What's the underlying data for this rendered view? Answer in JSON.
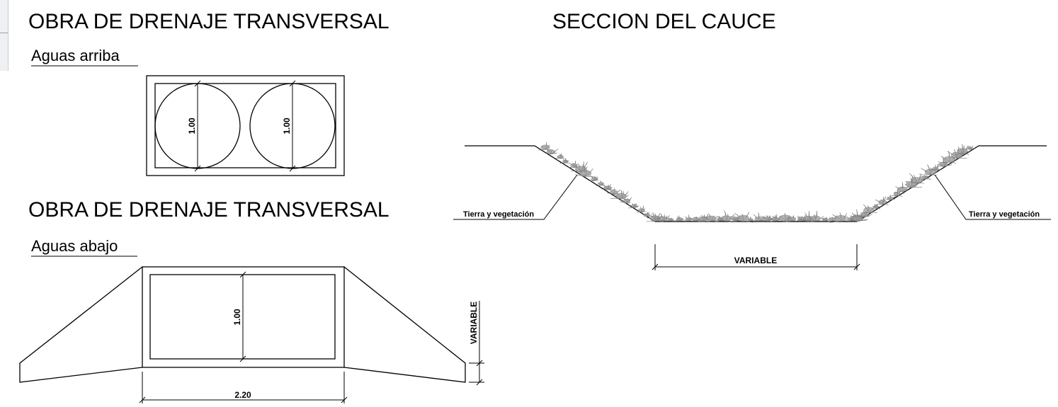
{
  "titles": {
    "upstream_title": "OBRA DE DRENAJE TRANSVERSAL",
    "upstream_subtitle": "Aguas arriba",
    "downstream_title": "OBRA DE DRENAJE TRANSVERSAL",
    "downstream_subtitle": "Aguas abajo",
    "section_title": "SECCION DEL CAUCE"
  },
  "upstream": {
    "pipe_left_dim": "1.00",
    "pipe_right_dim": "1.00"
  },
  "downstream": {
    "opening_height_dim": "1.00",
    "width_dim": "2.20",
    "wall_height_dim": "VARIABLE"
  },
  "section": {
    "label_left": "Tierra y vegetación",
    "label_right": "Tierra y vegetación",
    "bottom_width_dim": "VARIABLE"
  }
}
